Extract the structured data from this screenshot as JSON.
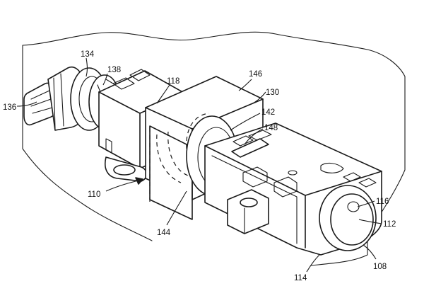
{
  "labels": {
    "l134": "134",
    "l138": "138",
    "l136": "136",
    "l118": "118",
    "l146": "146",
    "l130": "130",
    "l142": "142",
    "l148": "148",
    "l110": "110",
    "l144": "144",
    "l116": "116",
    "l112": "112",
    "l108": "108",
    "l114": "114"
  }
}
